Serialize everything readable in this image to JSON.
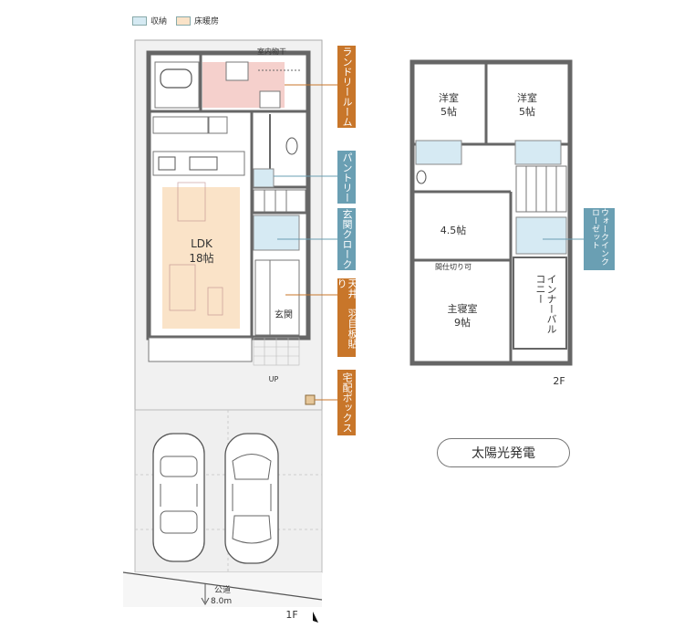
{
  "legend": {
    "storage": {
      "label": "収納",
      "color": "#d6eaf3"
    },
    "floor_heating": {
      "label": "床暖房",
      "color": "#fae3c8"
    }
  },
  "floor1": {
    "rooms": {
      "ldk": "LDK",
      "ldk_size": "18帖",
      "laundry_dry": "室内物干",
      "entrance": "玄関",
      "up": "UP"
    },
    "road": "公道",
    "road_width": "8.0m",
    "floor_label": "1F"
  },
  "floor2": {
    "rooms": {
      "western1": "洋室",
      "western1_size": "5帖",
      "western2": "洋室",
      "western2_size": "5帖",
      "room45": "4.5帖",
      "partition": "間仕切り可",
      "master": "主寝室",
      "master_size": "9帖"
    },
    "floor_label": "2F"
  },
  "callouts": {
    "laundry_room": "ランドリールーム",
    "pantry": "パントリー",
    "entrance_cloak": "玄関クローク",
    "ceiling": "天井　羽目板貼り",
    "delivery_box": "宅配ボックス",
    "walkin_closet": "ウォークインクローゼット",
    "inner_balcony": "インナーバルコニー"
  },
  "colors": {
    "orange": "#c8762a",
    "blue": "#6a9fb3",
    "wall": "#666666",
    "pink": "#f5d0cc",
    "ground": "#f0f0f0"
  },
  "solar": "太陽光発電"
}
